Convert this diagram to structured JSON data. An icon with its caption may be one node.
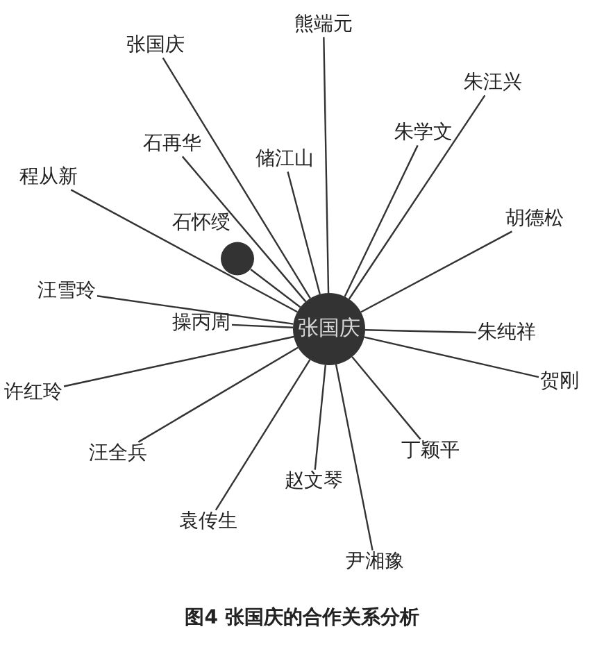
{
  "diagram": {
    "caption": "图4 张国庆的合作关系分析",
    "nodes": [
      {
        "text": [
          "熊端元"
        ]
      },
      {
        "text": [
          "张国庆"
        ]
      },
      {
        "text": [
          "朱汪兴"
        ]
      },
      {
        "text": [
          "朱学文"
        ]
      },
      {
        "text": [
          "石再华"
        ]
      },
      {
        "text": [
          "储江山"
        ]
      },
      {
        "text": [
          "程从新"
        ]
      },
      {
        "text": [
          "胡德松"
        ]
      },
      {
        "text": [
          "石怀绶"
        ]
      },
      {
        "text": [
          "汪雪玲"
        ]
      },
      {
        "text": [
          "操丙周"
        ]
      },
      {
        "text": [
          "张国庆"
        ]
      },
      {
        "text": [
          "朱纯祥"
        ]
      },
      {
        "text": [
          "贺刚"
        ]
      },
      {
        "text": [
          "许红玲"
        ]
      },
      {
        "text": [
          "汪全兵"
        ]
      },
      {
        "text": [
          "丁颖平"
        ]
      },
      {
        "text": [
          "赵文琴"
        ]
      },
      {
        "text": [
          "袁传生"
        ]
      },
      {
        "text": [
          "尹湘豫"
        ]
      }
    ],
    "edges": [
      {
        "from": 11,
        "to": 0,
        "arrow": "none"
      },
      {
        "from": 11,
        "to": 1,
        "arrow": "none"
      },
      {
        "from": 11,
        "to": 2,
        "arrow": "none"
      },
      {
        "from": 11,
        "to": 3,
        "arrow": "none"
      },
      {
        "from": 11,
        "to": 4,
        "arrow": "none"
      },
      {
        "from": 11,
        "to": 5,
        "arrow": "none"
      },
      {
        "from": 11,
        "to": 6,
        "arrow": "none"
      },
      {
        "from": 11,
        "to": 7,
        "arrow": "none"
      },
      {
        "from": 11,
        "to": 8,
        "arrow": "none"
      },
      {
        "from": 11,
        "to": 9,
        "arrow": "none"
      },
      {
        "from": 11,
        "to": 10,
        "arrow": "none"
      },
      {
        "from": 11,
        "to": 12,
        "arrow": "none"
      },
      {
        "from": 11,
        "to": 13,
        "arrow": "none"
      },
      {
        "from": 11,
        "to": 14,
        "arrow": "none"
      },
      {
        "from": 11,
        "to": 15,
        "arrow": "none"
      },
      {
        "from": 11,
        "to": 16,
        "arrow": "none"
      },
      {
        "from": 11,
        "to": 17,
        "arrow": "none"
      },
      {
        "from": 11,
        "to": 18,
        "arrow": "none"
      },
      {
        "from": 11,
        "to": 19,
        "arrow": "none"
      }
    ]
  }
}
